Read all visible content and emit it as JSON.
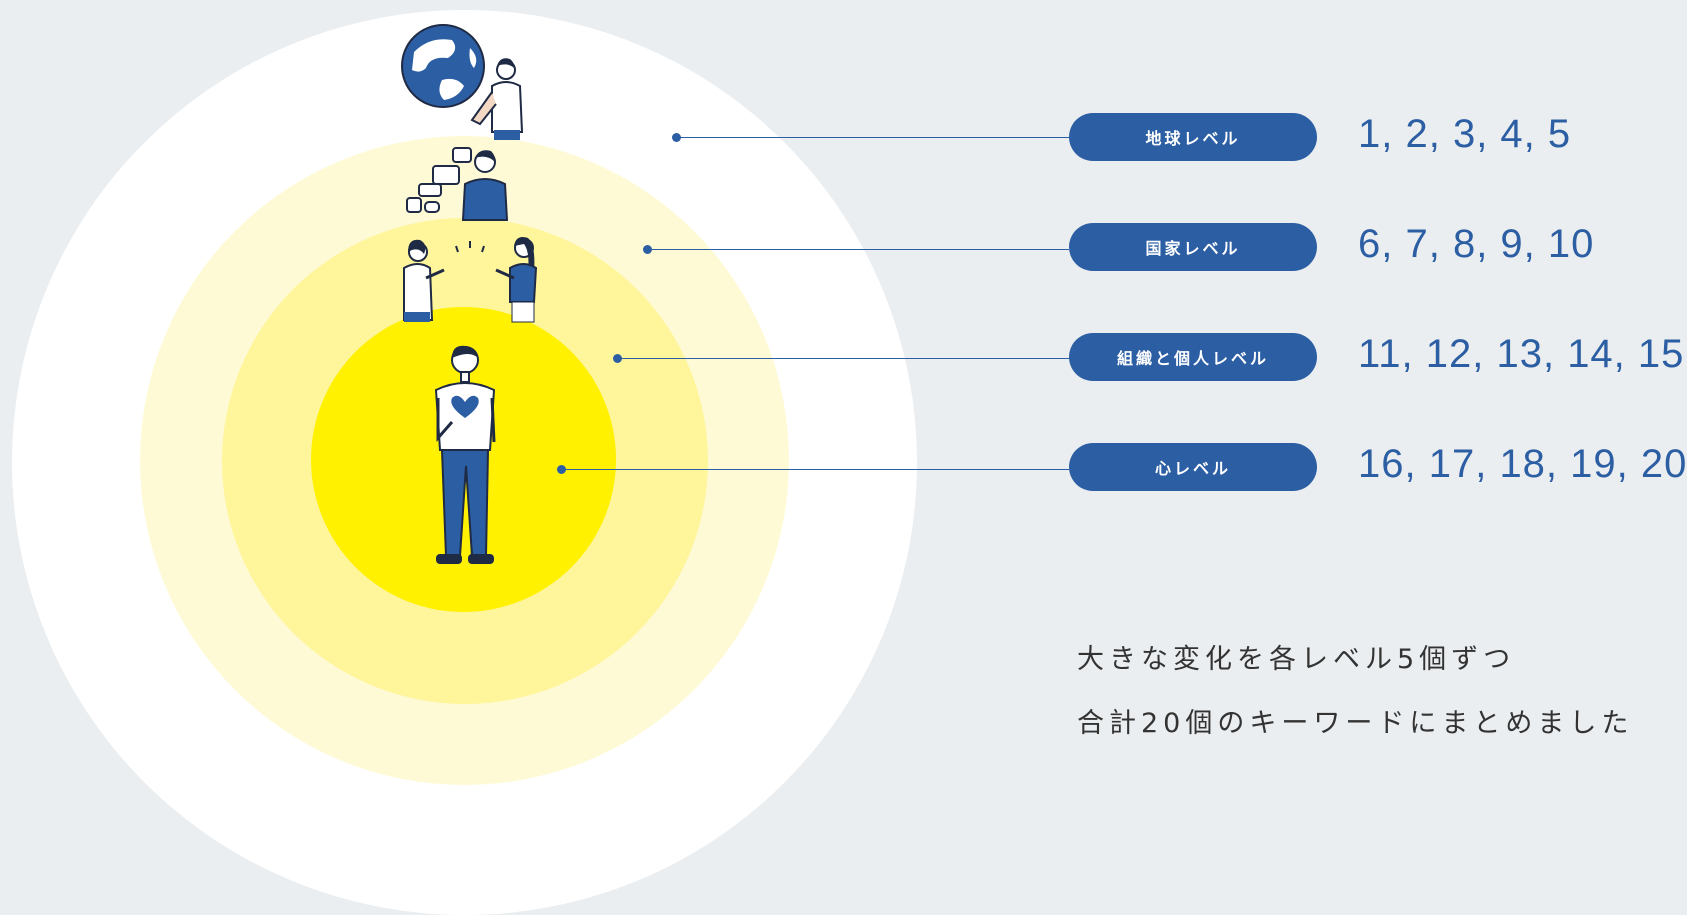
{
  "levels": [
    {
      "label": "地球レベル",
      "numbers": "1, 2, 3, 4, 5"
    },
    {
      "label": "国家レベル",
      "numbers": "6, 7, 8, 9, 10"
    },
    {
      "label": "組織と個人レベル",
      "numbers": "11, 12, 13, 14, 15"
    },
    {
      "label": "心レベル",
      "numbers": "16, 17, 18, 19, 20"
    }
  ],
  "caption": {
    "line1": "大きな変化を各レベル5個ずつ",
    "line2": "合計20個のキーワードにまとめました"
  },
  "colors": {
    "background": "#ebeef0",
    "accent": "#2c5ea4",
    "earth_ring": "#ffffff",
    "nation_ring": "#fffad6",
    "organization_ring": "#fff59a",
    "heart_ring": "#fff100"
  },
  "icons": [
    "globe-person-icon",
    "speech-bubbles-person-icon",
    "two-people-talking-icon",
    "person-heart-icon"
  ]
}
